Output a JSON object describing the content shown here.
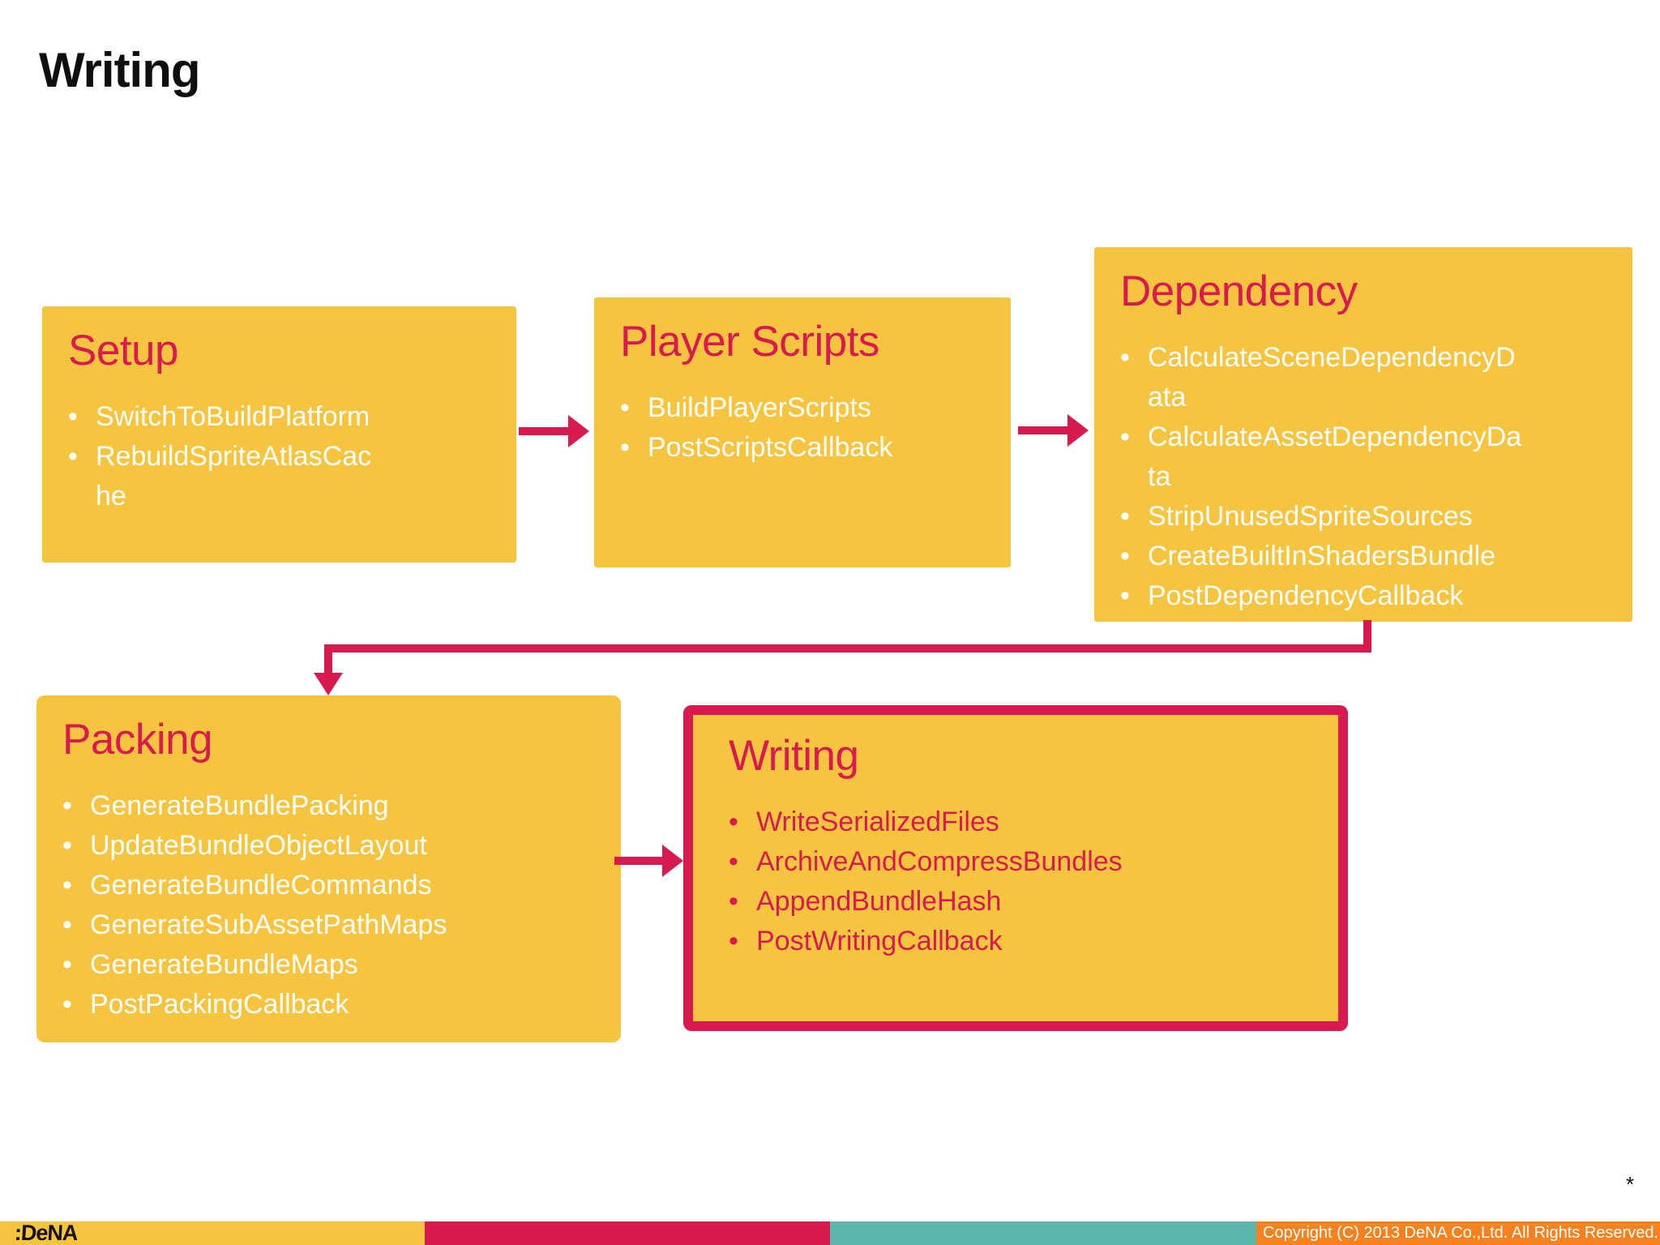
{
  "slide": {
    "title": "Writing",
    "footnote": "*"
  },
  "boxes": [
    {
      "id": "setup",
      "title": "Setup",
      "items": [
        "SwitchToBuildPlatform",
        "RebuildSpriteAtlasCache"
      ]
    },
    {
      "id": "player-scripts",
      "title": "Player Scripts",
      "items": [
        "BuildPlayerScripts",
        "PostScriptsCallback"
      ]
    },
    {
      "id": "dependency",
      "title": "Dependency",
      "items": [
        "CalculateSceneDependencyData",
        "CalculateAssetDependencyData",
        "StripUnusedSpriteSources",
        "CreateBuiltInShadersBundle",
        "PostDependencyCallback"
      ]
    },
    {
      "id": "packing",
      "title": "Packing",
      "items": [
        "GenerateBundlePacking",
        "UpdateBundleObjectLayout",
        "GenerateBundleCommands",
        "GenerateSubAssetPathMaps",
        "GenerateBundleMaps",
        "PostPackingCallback"
      ]
    },
    {
      "id": "writing",
      "title": "Writing",
      "items": [
        "WriteSerializedFiles",
        "ArchiveAndCompressBundles",
        "AppendBundleHash",
        "PostWritingCallback"
      ],
      "highlighted": true
    }
  ],
  "footer": {
    "logo": ":DeNA",
    "copyright": "Copyright (C) 2013 DeNA Co.,Ltd. All Rights Reserved."
  },
  "colors": {
    "yellow": "#F7C440",
    "crimson": "#D91A4F",
    "teal": "#5BB7AB",
    "orange": "#F5821F"
  }
}
